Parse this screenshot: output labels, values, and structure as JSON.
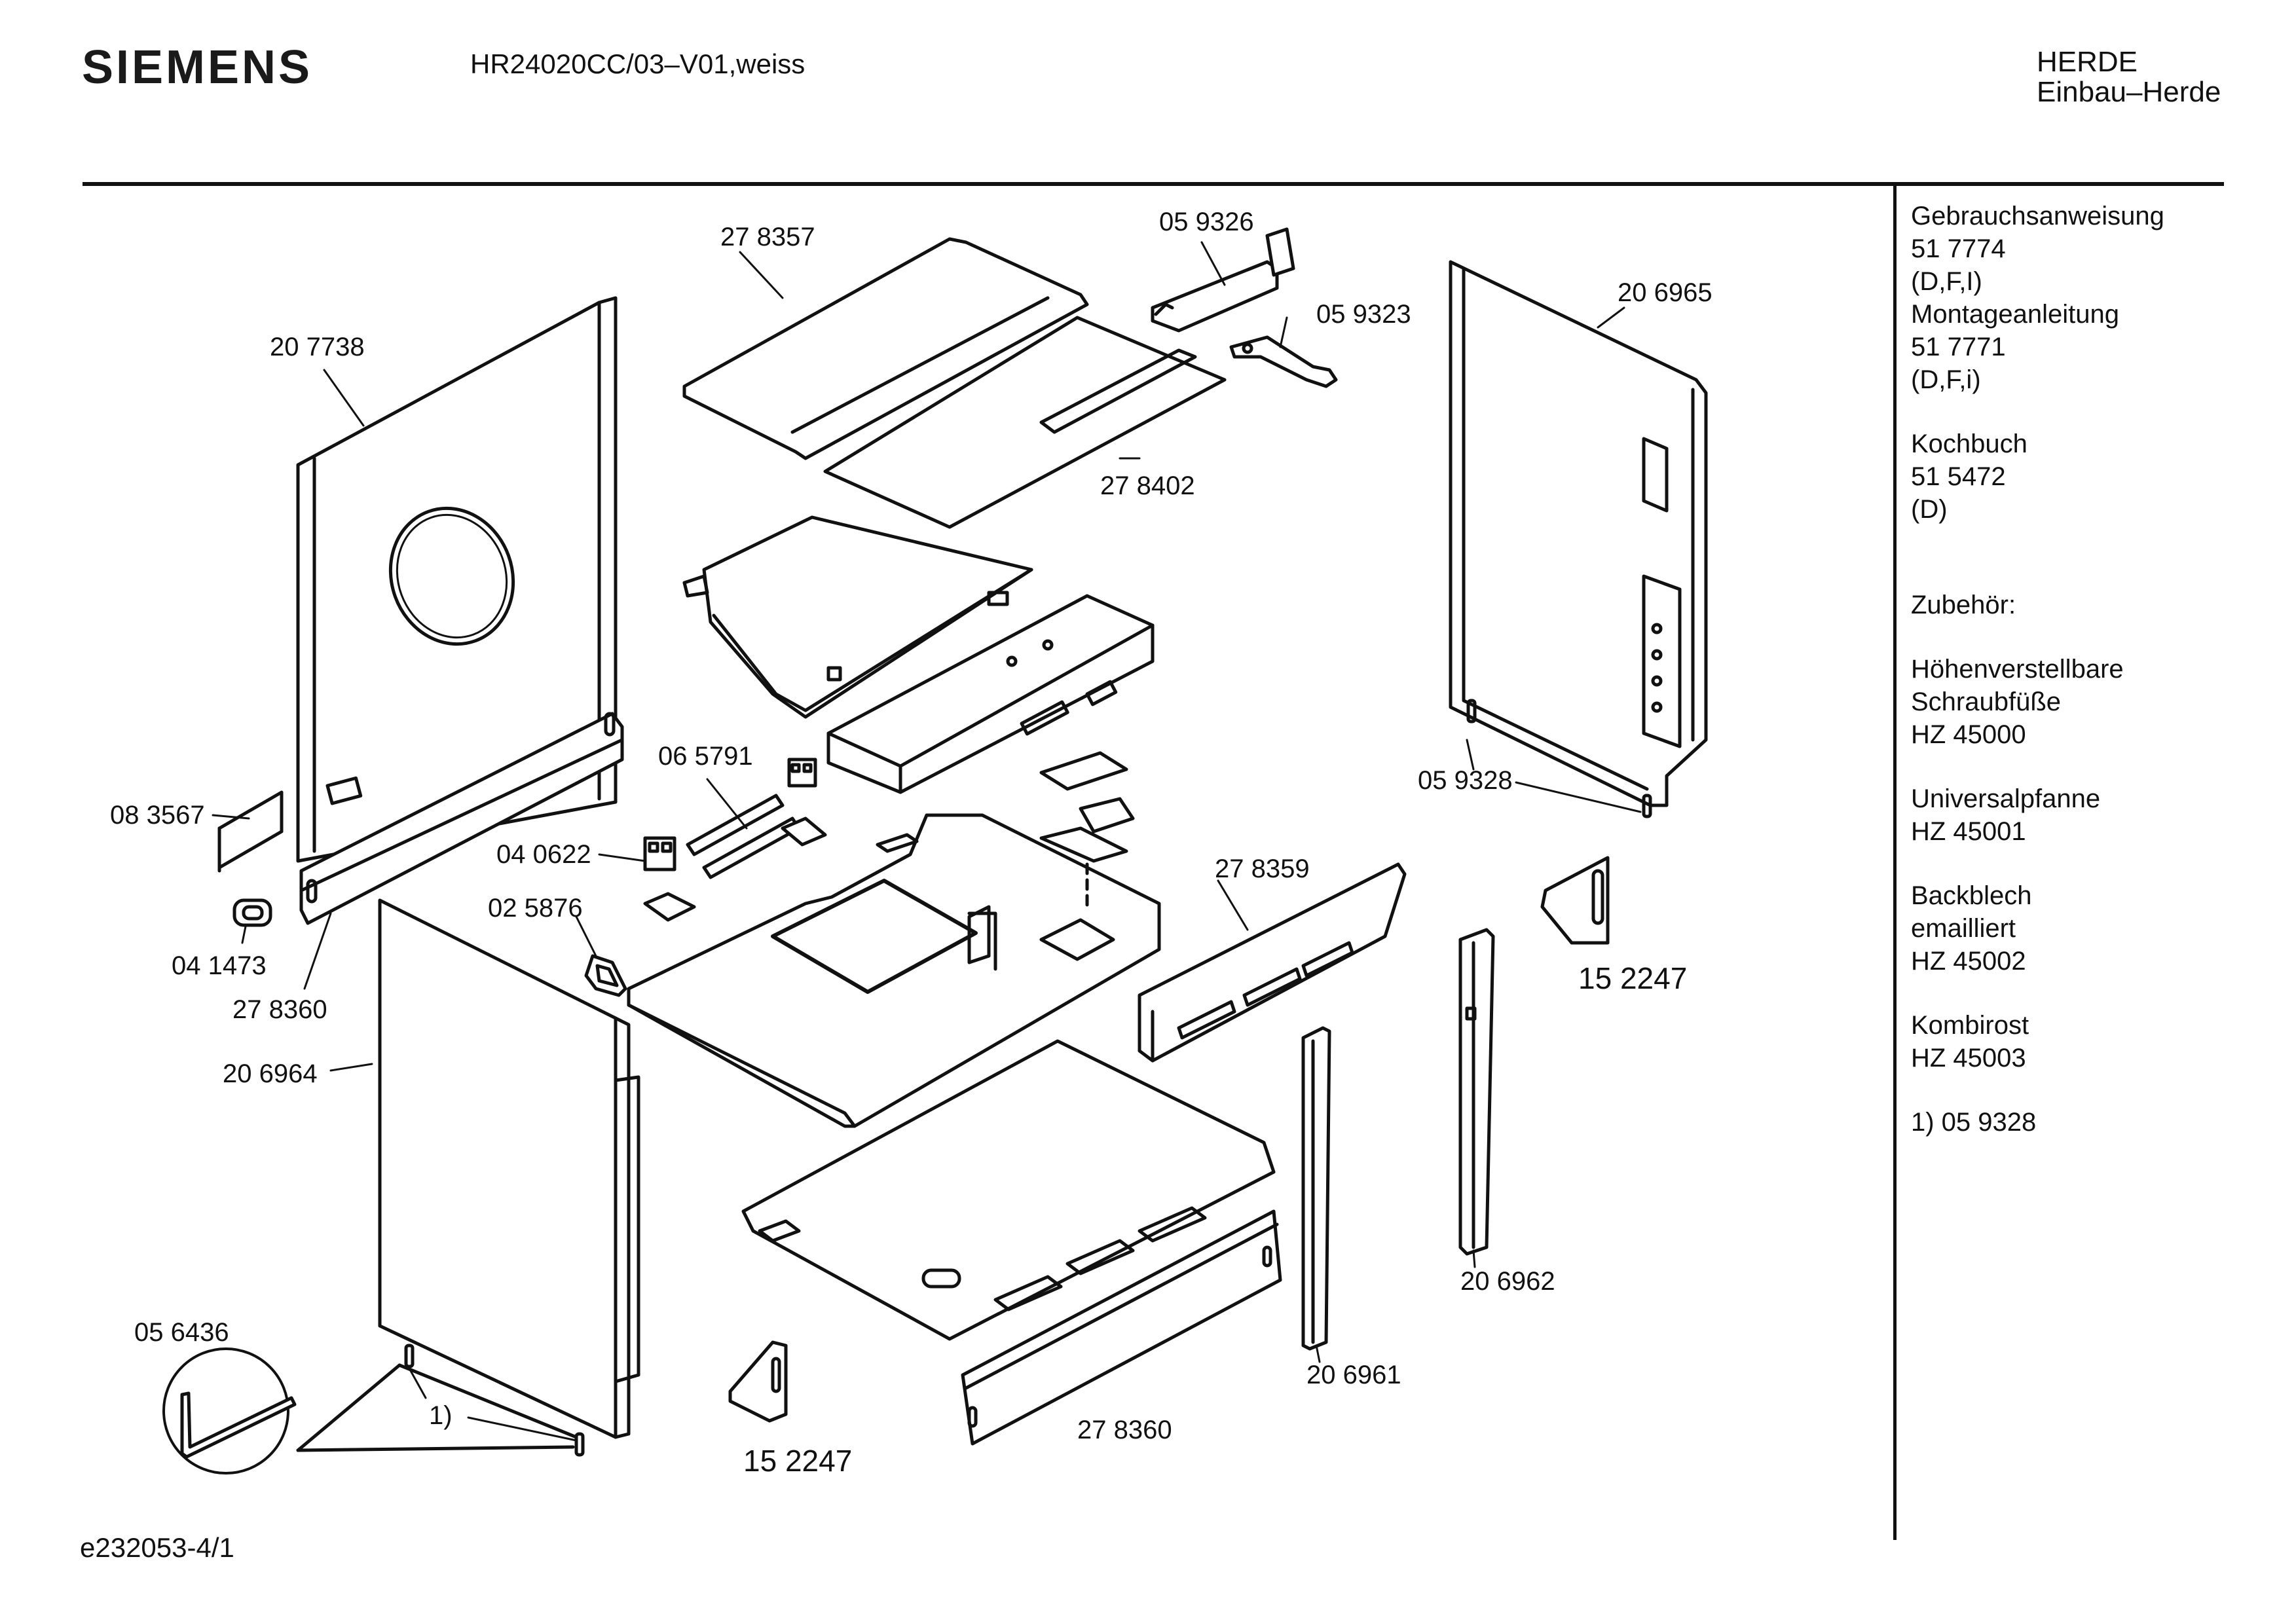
{
  "header": {
    "brand": "SIEMENS",
    "model": "HR24020CC/03–V01,weiss",
    "category_line1": "HERDE",
    "category_line2": "Einbau–Herde"
  },
  "side_panel": {
    "gebrauch_title": "Gebrauchsanweisung",
    "gebrauch_number": "51 7774",
    "gebrauch_langs": "(D,F,I)",
    "montage_title": "Montageanleitung",
    "montage_number": "51 7771",
    "montage_langs": "(D,F,i)",
    "kochbuch_title": "Kochbuch",
    "kochbuch_number": "51 5472",
    "kochbuch_langs": "(D)",
    "zubehoer_title": "Zubehör:",
    "acc1_line1": "Höhenverstellbare",
    "acc1_line2": "Schraubfüße",
    "acc1_code": "HZ 45000",
    "acc2_title": "Universalpfanne",
    "acc2_code": "HZ 45001",
    "acc3_line1": "Backblech",
    "acc3_line2": "emailliert",
    "acc3_code": "HZ 45002",
    "acc4_title": "Kombirost",
    "acc4_code": "HZ 45003",
    "footnote": "1)  05 9328"
  },
  "part_labels": {
    "p278357": "27 8357",
    "p059326": "05 9326",
    "p059323": "05 9323",
    "p206965": "20 6965",
    "p207738": "20 7738",
    "p278402": "27 8402",
    "p065791": "06 5791",
    "p083567": "08 3567",
    "p040622": "04 0622",
    "p059328": "05 9328",
    "p025876": "02 5876",
    "p278359": "27 8359",
    "p152247a": "15 2247",
    "p041473": "04 1473",
    "p278360a": "27 8360",
    "p206964": "20 6964",
    "p206962": "20 6962",
    "p206961": "20 6961",
    "p056436": "05 6436",
    "p1": "1)",
    "p278360b": "27 8360",
    "p152247b": "15 2247"
  },
  "footer": {
    "drawing_id": "e232053-4/1"
  }
}
